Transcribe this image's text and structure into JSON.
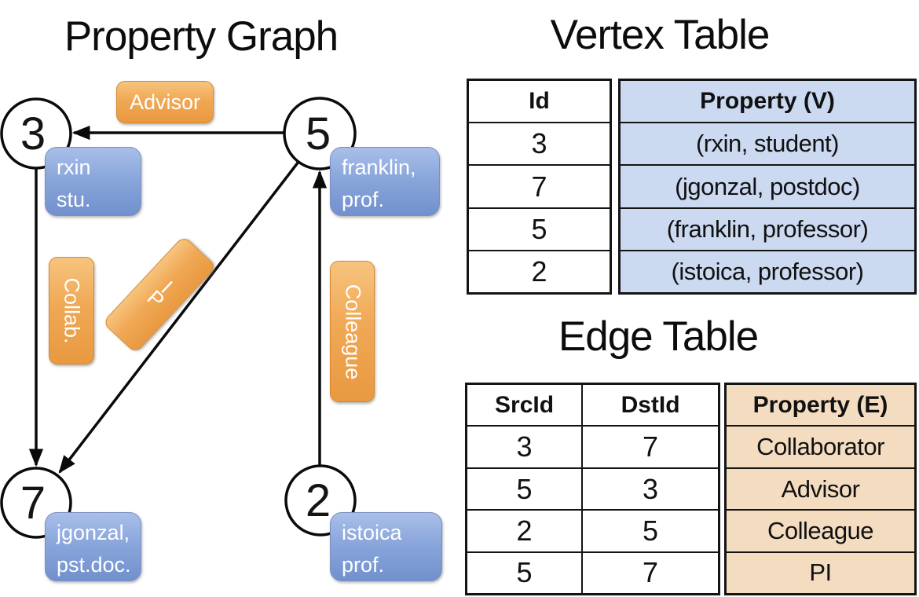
{
  "graph": {
    "title": "Property Graph",
    "nodes": [
      {
        "id": "3"
      },
      {
        "id": "5"
      },
      {
        "id": "7"
      },
      {
        "id": "2"
      }
    ],
    "vertex_labels": [
      {
        "line1": "rxin",
        "line2": "stu."
      },
      {
        "line1": "franklin,",
        "line2": "prof."
      },
      {
        "line1": "jgonzal,",
        "line2": "pst.doc."
      },
      {
        "line1": "istoica",
        "line2": "prof."
      }
    ],
    "edge_labels": {
      "advisor": "Advisor",
      "collab": "Collab.",
      "colleague": "Colleague",
      "pi_letters": [
        "P",
        "I"
      ]
    }
  },
  "vertex_table": {
    "title": "Vertex Table",
    "headers": {
      "id": "Id",
      "property": "Property (V)"
    },
    "rows": [
      {
        "id": "3",
        "property": "(rxin, student)"
      },
      {
        "id": "7",
        "property": "(jgonzal, postdoc)"
      },
      {
        "id": "5",
        "property": "(franklin, professor)"
      },
      {
        "id": "2",
        "property": "(istoica, professor)"
      }
    ]
  },
  "edge_table": {
    "title": "Edge Table",
    "headers": {
      "src": "SrcId",
      "dst": "DstId",
      "property": "Property (E)"
    },
    "rows": [
      {
        "src": "3",
        "dst": "7",
        "property": "Collaborator"
      },
      {
        "src": "5",
        "dst": "3",
        "property": "Advisor"
      },
      {
        "src": "2",
        "dst": "5",
        "property": "Colleague"
      },
      {
        "src": "5",
        "dst": "7",
        "property": "PI"
      }
    ]
  },
  "colors": {
    "orange_fill_top": "#F7C47E",
    "orange_fill_bottom": "#E99940",
    "orange_border": "#D8892F",
    "blue_fill_top": "#A9BFE9",
    "blue_fill_bottom": "#7190CD",
    "blue_border": "#7A8FC2",
    "vertex_property_fill": "#CBD9F1",
    "edge_property_fill": "#F4DCC1",
    "line_color": "#0A0A0A",
    "label_text": "#FFFFFF"
  }
}
